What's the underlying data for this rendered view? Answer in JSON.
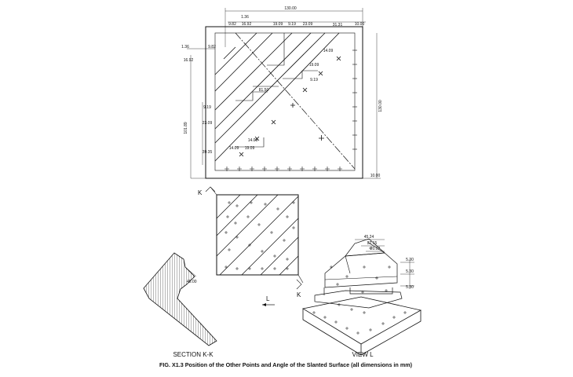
{
  "caption": "FIG. X1.3 Position of the Other Points and Angle of the Slanted Surface (all dimensions in mm)",
  "top_view": {
    "dims_top": [
      "130.00",
      "1.36",
      "9.82",
      "16.92",
      "19.09",
      "9.19",
      "23.09",
      "31.31",
      "10.00"
    ],
    "dims_left": [
      "1.36",
      "9.82",
      "16.92",
      "101.89",
      "9.19",
      "23.09",
      "39.35"
    ],
    "dims_inner": [
      "14.09",
      "19.09",
      "81.50",
      "19.09",
      "14.09",
      "9.19",
      "14.09"
    ],
    "dims_right": [
      "130.00",
      "10.00"
    ]
  },
  "middle_view": {
    "section_mark": "K"
  },
  "section": {
    "label": "SECTION K-K",
    "angle": "45.00"
  },
  "view": {
    "label": "VIEW L",
    "arrow_label": "L",
    "dims": [
      "45.24",
      "22.15",
      "20.02",
      "5.30",
      "5.30",
      "5.30"
    ]
  }
}
